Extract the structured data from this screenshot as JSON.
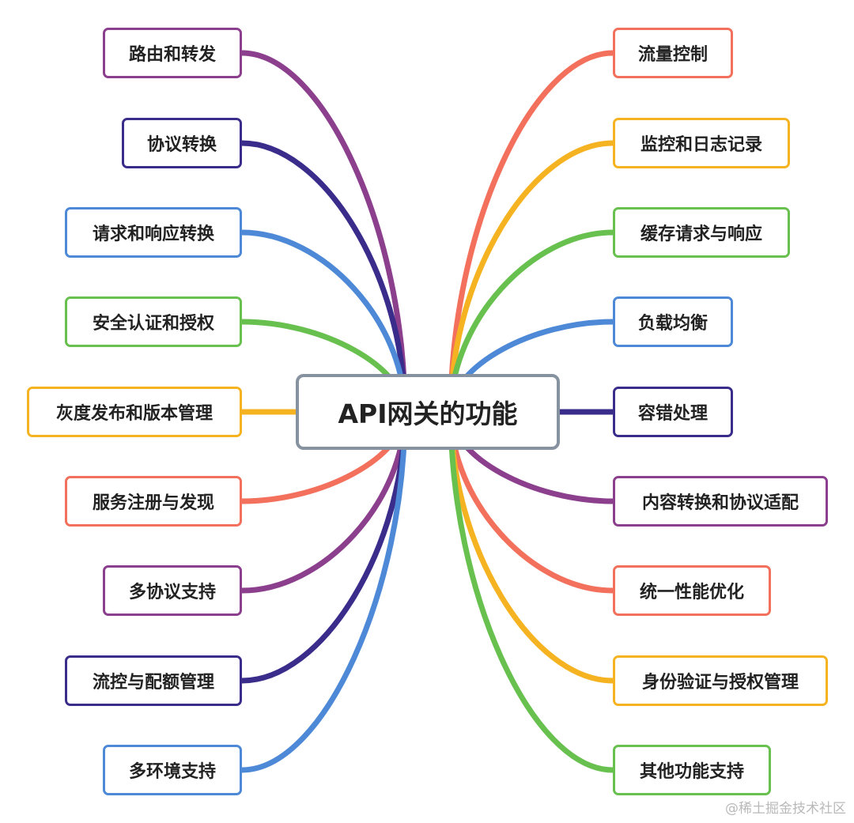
{
  "title": "API网关的功能",
  "left_branches": [
    {
      "label": "路由和转发",
      "color": "#8b3f8d"
    },
    {
      "label": "协议转换",
      "color": "#3a2c8a"
    },
    {
      "label": "请求和响应转换",
      "color": "#4d89d6"
    },
    {
      "label": "安全认证和授权",
      "color": "#68c04f"
    },
    {
      "label": "灰度发布和版本管理",
      "color": "#f5b322"
    },
    {
      "label": "服务注册与发现",
      "color": "#f2705c"
    },
    {
      "label": "多协议支持",
      "color": "#8b3f8d"
    },
    {
      "label": "流控与配额管理",
      "color": "#3a2c8a"
    },
    {
      "label": "多环境支持",
      "color": "#4d89d6"
    }
  ],
  "right_branches": [
    {
      "label": "流量控制",
      "color": "#f2705c"
    },
    {
      "label": "监控和日志记录",
      "color": "#f5b322"
    },
    {
      "label": "缓存请求与响应",
      "color": "#68c04f"
    },
    {
      "label": "负载均衡",
      "color": "#4d89d6"
    },
    {
      "label": "容错处理",
      "color": "#3a2c8a"
    },
    {
      "label": "内容转换和协议适配",
      "color": "#8b3f8d"
    },
    {
      "label": "统一性能优化",
      "color": "#f2705c"
    },
    {
      "label": "身份验证与授权管理",
      "color": "#f5b322"
    },
    {
      "label": "其他功能支持",
      "color": "#68c04f"
    }
  ],
  "watermark": "@稀土掘金技术社区"
}
